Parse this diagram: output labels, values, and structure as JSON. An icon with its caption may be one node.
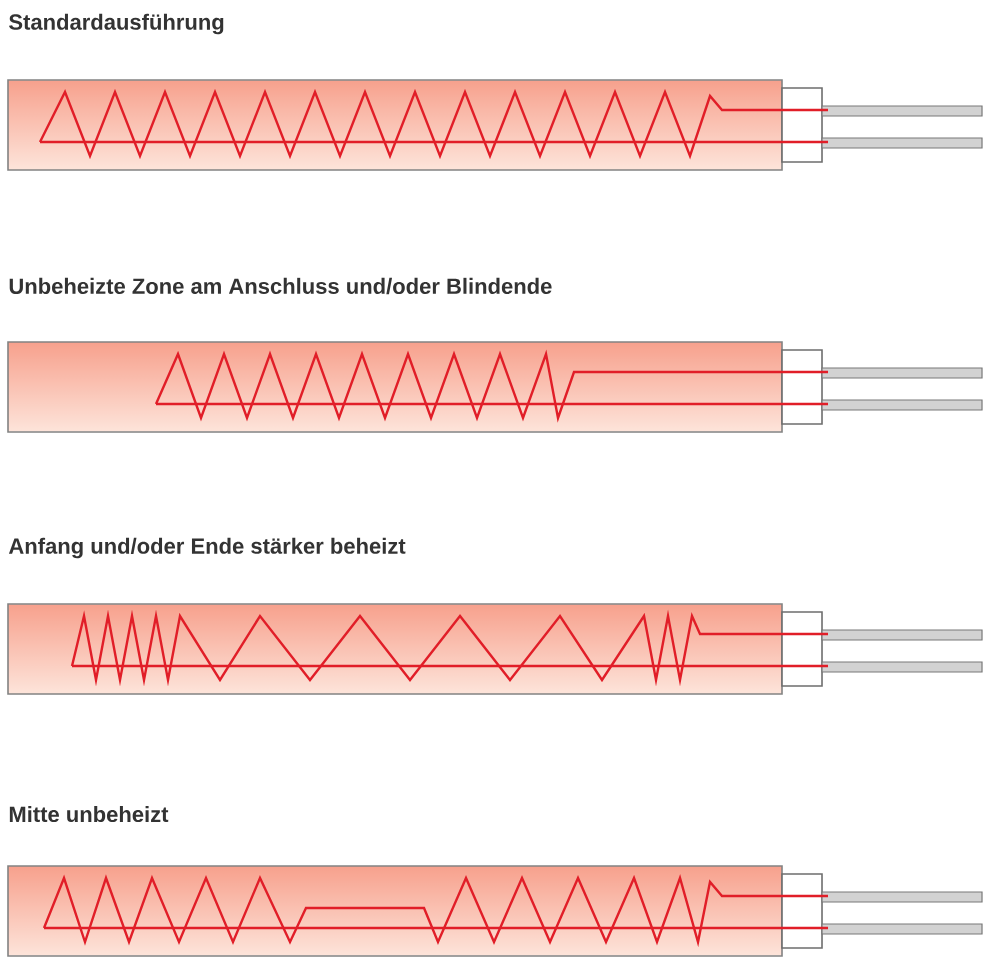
{
  "diagram": {
    "labels": [
      "Standardausführung",
      "Unbeheizte Zone am Anschluss und/oder Blindende",
      "Anfang und/oder Ende stärker beheizt",
      "Mitte unbeheizt"
    ]
  }
}
